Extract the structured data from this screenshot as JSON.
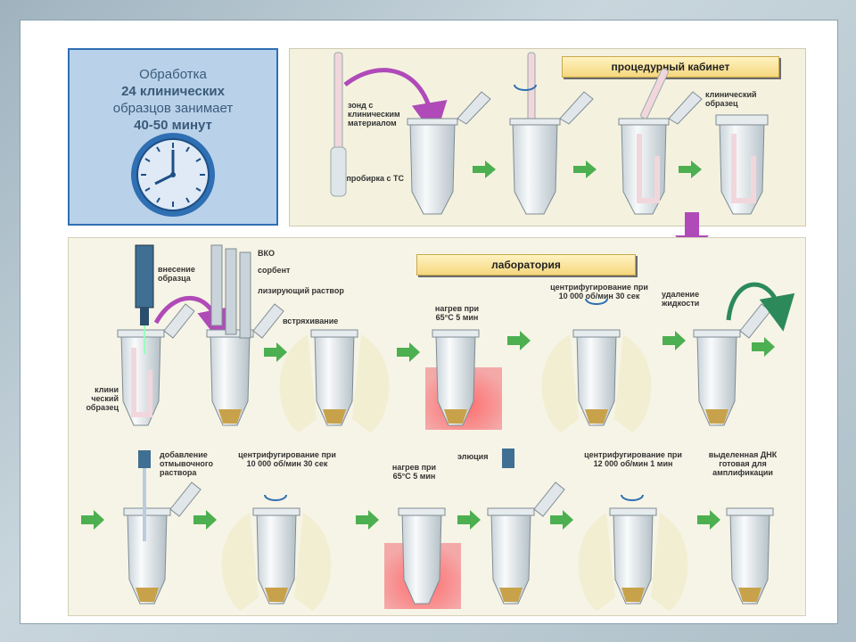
{
  "time_box": {
    "line1": "Обработка",
    "line2": "24 клинических",
    "line3": "образцов занимает",
    "line4": "40-50 минут"
  },
  "procedure": {
    "header": "процедурный кабинет",
    "probe_label": "зонд с клиническим материалом",
    "tube_label": "пробирка с ТС",
    "sample_label": "клинический образец"
  },
  "lab": {
    "header": "лаборатория",
    "sample_add": "внесение образца",
    "clinical_sample": "клини ческий образец",
    "reagents": [
      "ВКО",
      "сорбент",
      "лизирующий раствор"
    ],
    "shaking": "встряхивание",
    "heat1": "нагрев при 65°C 5 мин",
    "centr1": "центрифугирование при 10 000 об/мин 30 сек",
    "remove_liquid": "удаление жидкости",
    "add_wash": "добавление отмывочного раствора",
    "centr2": "центрифугирование при 10 000 об/мин 30 сек",
    "heat2": "нагрев при 65°C 5 мин",
    "elution": "элюция",
    "centr3": "центрифугирование при 12 000 об/мин 1 мин",
    "dna_ready": "выделенная ДНК готовая для амплификации"
  },
  "colors": {
    "arrow_green": "#4caf50",
    "arrow_purple": "#b04ab8",
    "header_yellow": "#f5d77e",
    "heat_red": "#f08a8a",
    "tube_glass": "#e8eef2",
    "pellet": "#c8a24a"
  }
}
